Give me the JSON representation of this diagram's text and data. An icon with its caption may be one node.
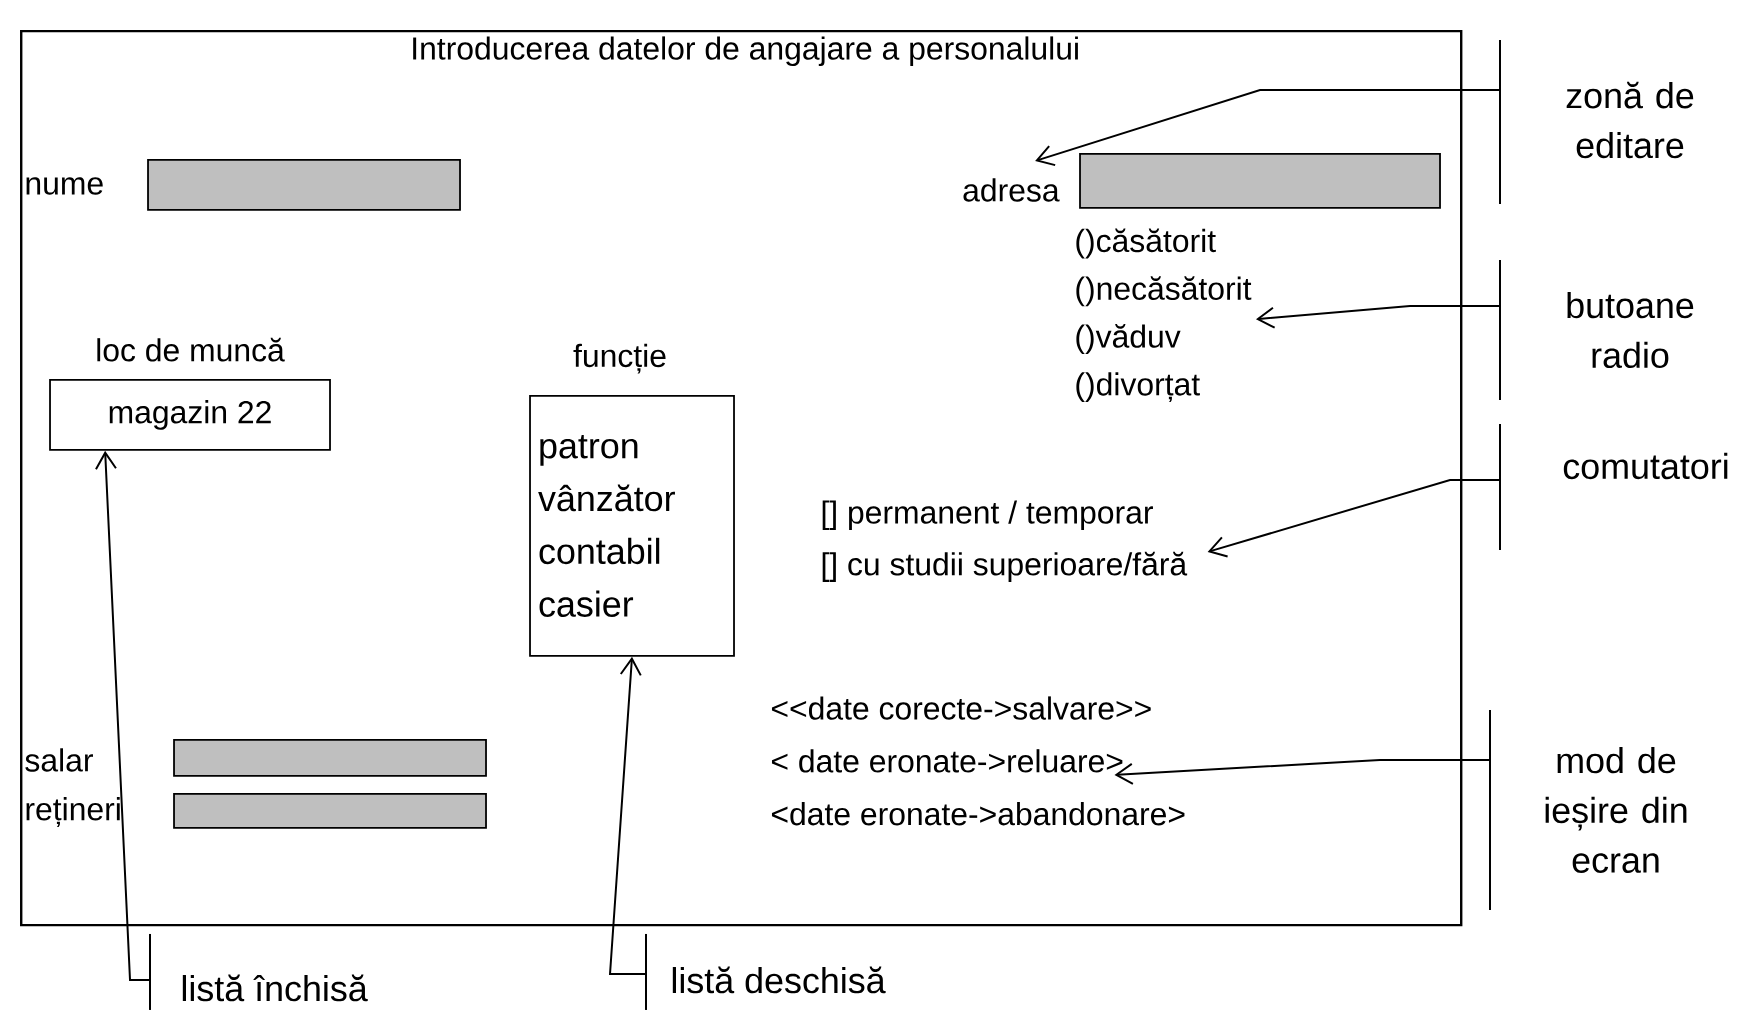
{
  "diagram": {
    "nodes": [
      {
        "text": [
          "Introducerea datelor de angajare a personalului"
        ]
      },
      {
        "text": [],
        "shape": "box",
        "in": 0,
        "beside": [
          "nume"
        ]
      },
      {
        "text": [],
        "shape": "box",
        "in": 0,
        "beside": [
          "adresa"
        ]
      },
      {
        "text": [
          "()căsătorit",
          "()necăsătorit",
          "()văduv",
          "()divorțat"
        ],
        "in": 0
      },
      {
        "text": [
          "loc de muncă",
          "magazin 22"
        ],
        "in": 0
      },
      {
        "text": [
          "funcție",
          "patron",
          "vânzător",
          "contabil",
          "casier"
        ],
        "in": 0
      },
      {
        "text": [
          "[] permanent / temporar",
          "[] cu studii superioare/fără"
        ],
        "in": 0
      },
      {
        "text": [],
        "shape": "box",
        "in": 0,
        "beside": [
          "salar"
        ]
      },
      {
        "text": [],
        "shape": "box",
        "in": 0,
        "beside": [
          "rețineri"
        ]
      },
      {
        "text": [
          "<<date corecte->salvare>>",
          "< date eronate->reluare>",
          "<date eronate->abandonare>"
        ],
        "in": 0
      },
      {
        "text": [
          "zonă de editare"
        ]
      },
      {
        "text": [
          "butoane radio"
        ]
      },
      {
        "text": [
          "comutatori"
        ]
      },
      {
        "text": [
          "mod de ieșire din ecran"
        ]
      },
      {
        "text": [
          "listă închisă"
        ]
      },
      {
        "text": [
          "listă deschisă"
        ]
      }
    ],
    "edges": [
      {
        "from": 10,
        "to": 2,
        "arrow": "to"
      },
      {
        "from": 11,
        "to": 3,
        "arrow": "to"
      },
      {
        "from": 12,
        "to": 6,
        "arrow": "to"
      },
      {
        "from": 13,
        "to": 9,
        "arrow": "to"
      },
      {
        "from": 14,
        "to": 4,
        "arrow": "to"
      },
      {
        "from": 15,
        "to": 5,
        "arrow": "to"
      }
    ]
  }
}
